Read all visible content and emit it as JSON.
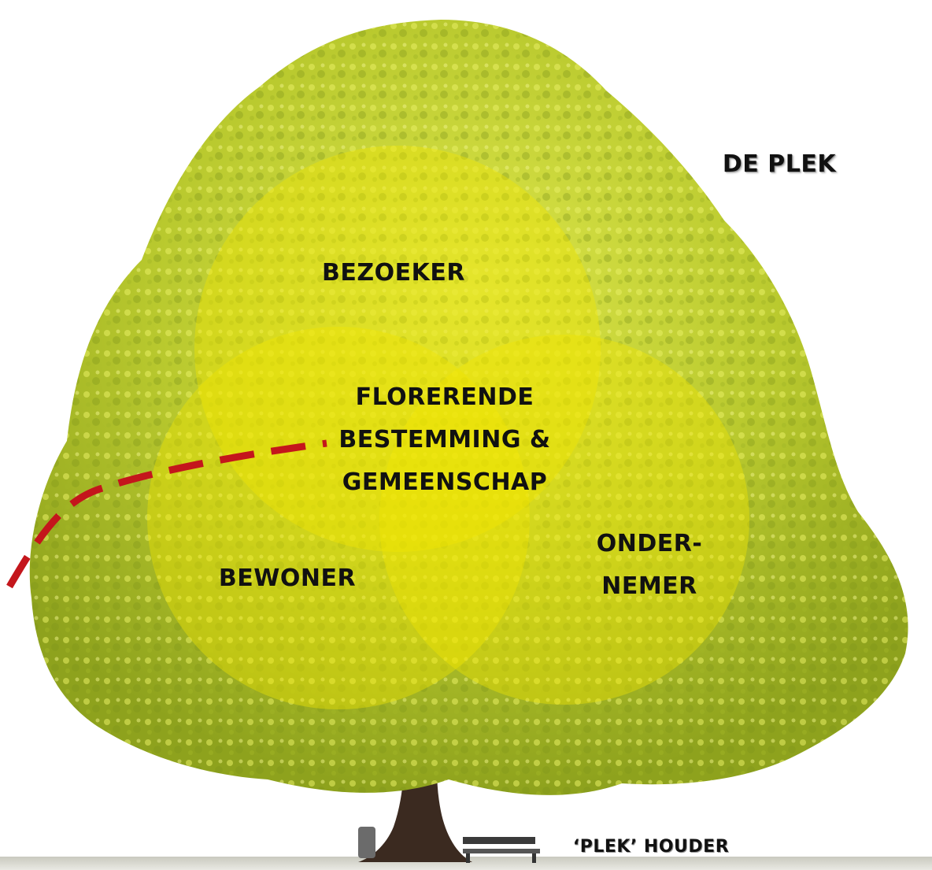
{
  "diagram": {
    "place_label": "DE PLEK",
    "circles": [
      {
        "id": "bezoeker",
        "label": "BEZOEKER"
      },
      {
        "id": "bewoner",
        "label": "BEWONER"
      },
      {
        "id": "ondernemer",
        "line1": "ONDER-",
        "line2": "NEMER"
      }
    ],
    "center": {
      "line1": "FLORERENDE",
      "line2": "BESTEMMING &",
      "line3": "GEMEENSCHAP"
    },
    "holder_label": "‘PLEK’ HOUDER"
  },
  "colors": {
    "foliage_light": "#d2dc3a",
    "foliage_dark": "#8fa51c",
    "circle_fill": "#f2e600",
    "trunk": "#3b2a20",
    "dashed_line": "#c4161c",
    "text": "#111111"
  },
  "icons": {
    "tree": "tree-illustration",
    "bench": "bench-icon",
    "stump": "stump-icon"
  }
}
